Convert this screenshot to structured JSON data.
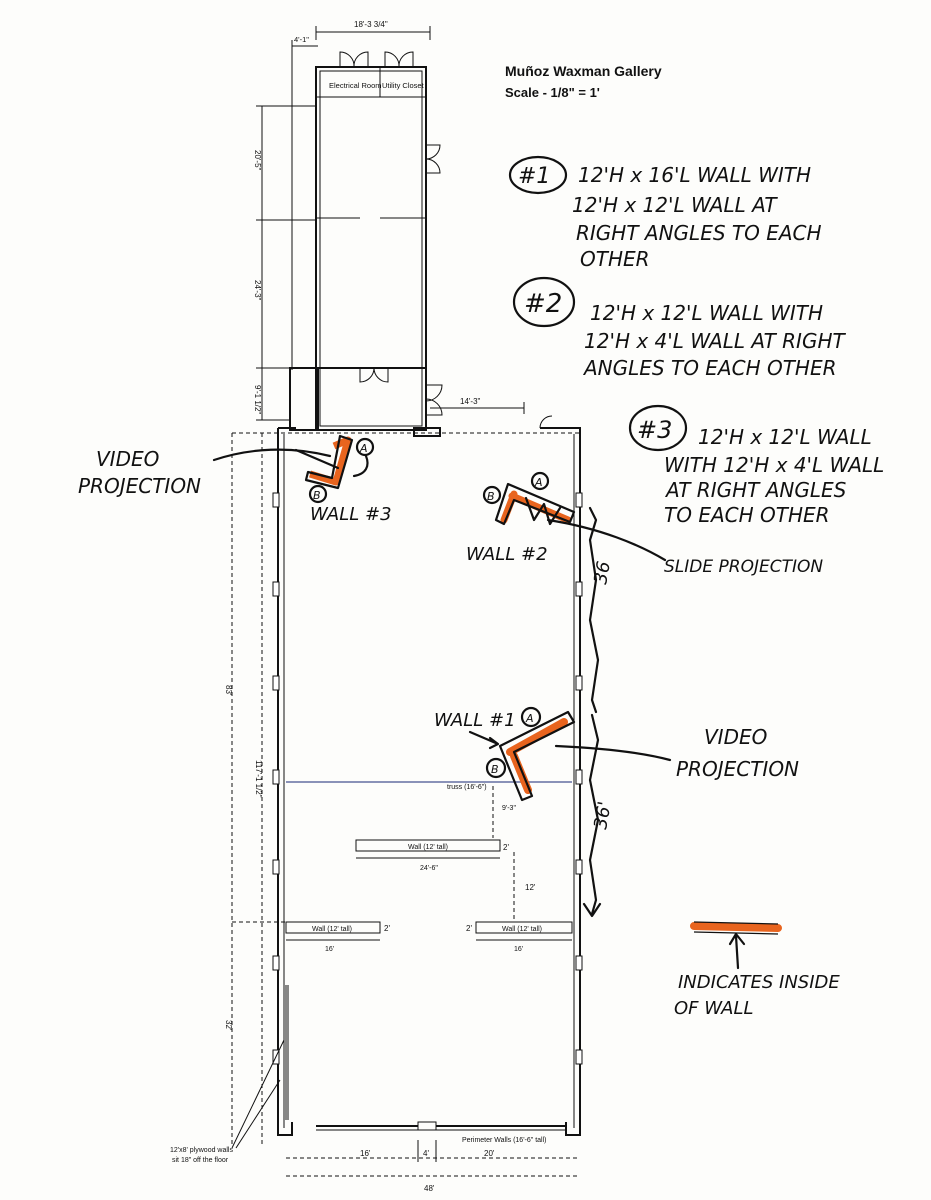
{
  "title": {
    "gallery": "Muñoz Waxman Gallery",
    "scale": "Scale - 1/8\" = 1'"
  },
  "rooms": {
    "electrical": "Electrical Room",
    "utility": "Utility Closet"
  },
  "dims": {
    "top_width": "18'-3 3/4\"",
    "top_left": "4'-1\"",
    "left_20": "20'-5\"",
    "left_24": "24'-3\"",
    "left_9": "9'-1 1/2\"",
    "corridor": "14'-3\"",
    "left_83": "83'",
    "left_117": "117'-1 1/2\"",
    "left_32": "32'",
    "truss": "truss (16'-6\")",
    "truss_gap": "9'-3\"",
    "wall_center": "Wall (12' tall)",
    "wall_center_len": "24'-6\"",
    "wall_center_gap": "2'",
    "gap_12": "12'",
    "wall_left": "Wall (12' tall)",
    "wall_left_len": "16'",
    "wall_left_gap": "2'",
    "wall_right": "Wall (12' tall)",
    "wall_right_len": "16'",
    "wall_right_gap": "2'",
    "bottom_16": "16'",
    "bottom_4": "4'",
    "bottom_20": "20'",
    "bottom_48": "48'",
    "perimeter": "Perimeter Walls (16'-6\" tall)",
    "plywood_1": "12'x8' plywood walls",
    "plywood_2": "sit 18\" off the floor"
  },
  "notes": {
    "n1_num": "#1",
    "n1_l1": "12'H x 16'L WALL WITH",
    "n1_l2": "12'H x 12'L WALL AT",
    "n1_l3": "RIGHT ANGLES TO EACH",
    "n1_l4": "OTHER",
    "n2_num": "#2",
    "n2_l1": "12'H x 12'L WALL WITH",
    "n2_l2": "12'H x 4'L WALL AT RIGHT",
    "n2_l3": "ANGLES TO EACH OTHER",
    "n3_num": "#3",
    "n3_l1": "12'H x 12'L WALL",
    "n3_l2": "WITH 12'H x 4'L WALL",
    "n3_l3": "AT RIGHT ANGLES",
    "n3_l4": "TO EACH OTHER",
    "video_a_1": "VIDEO",
    "video_a_2": "PROJECTION",
    "wall3": "WALL #3",
    "wall2": "WALL #2",
    "wall1": "WALL #1",
    "slide": "SLIDE PROJECTION",
    "video_b_1": "VIDEO",
    "video_b_2": "PROJECTION",
    "dim_36a": "36",
    "dim_36b": "36'",
    "legend_1": "INDICATES INSIDE",
    "legend_2": "OF WALL",
    "marker_a": "A",
    "marker_b": "B"
  },
  "colors": {
    "inside_wall": "#e8641e",
    "ink": "#111111"
  }
}
